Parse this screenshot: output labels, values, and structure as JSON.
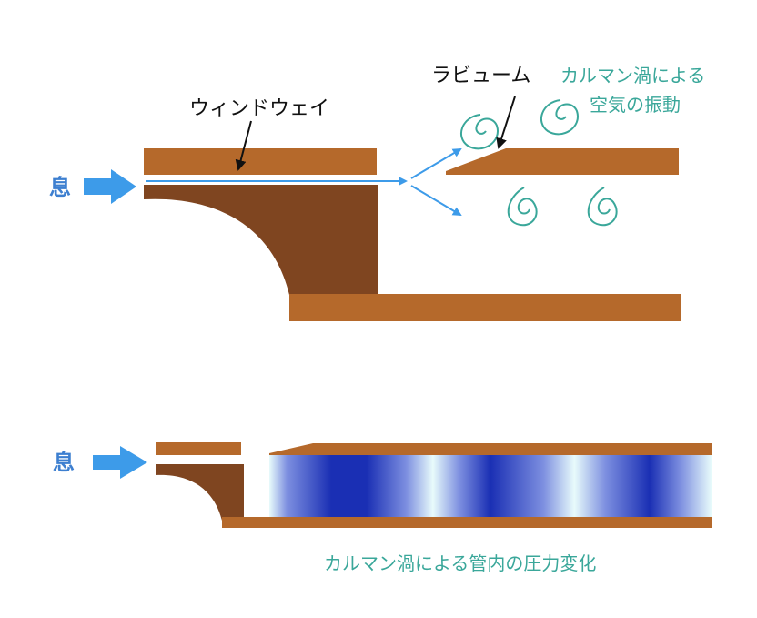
{
  "labels": {
    "breath_top": "息",
    "windway": "ウィンドウェイ",
    "labium": "ラビューム",
    "karman_line1": "カルマン渦による",
    "karman_line2": "空気の振動",
    "breath_bottom": "息",
    "bottom_caption": "カルマン渦による管内の圧力変化"
  },
  "colors": {
    "wood_light": "#b5692b",
    "wood_dark": "#7f4520",
    "arrow_blue": "#3d9be9",
    "teal": "#3aa79a",
    "pressure_dark": "#1a2fb4",
    "pressure_light": "#e8fbfb"
  },
  "icons": {
    "breath_arrow": "right-arrow-icon",
    "vortex": "spiral-icon"
  }
}
